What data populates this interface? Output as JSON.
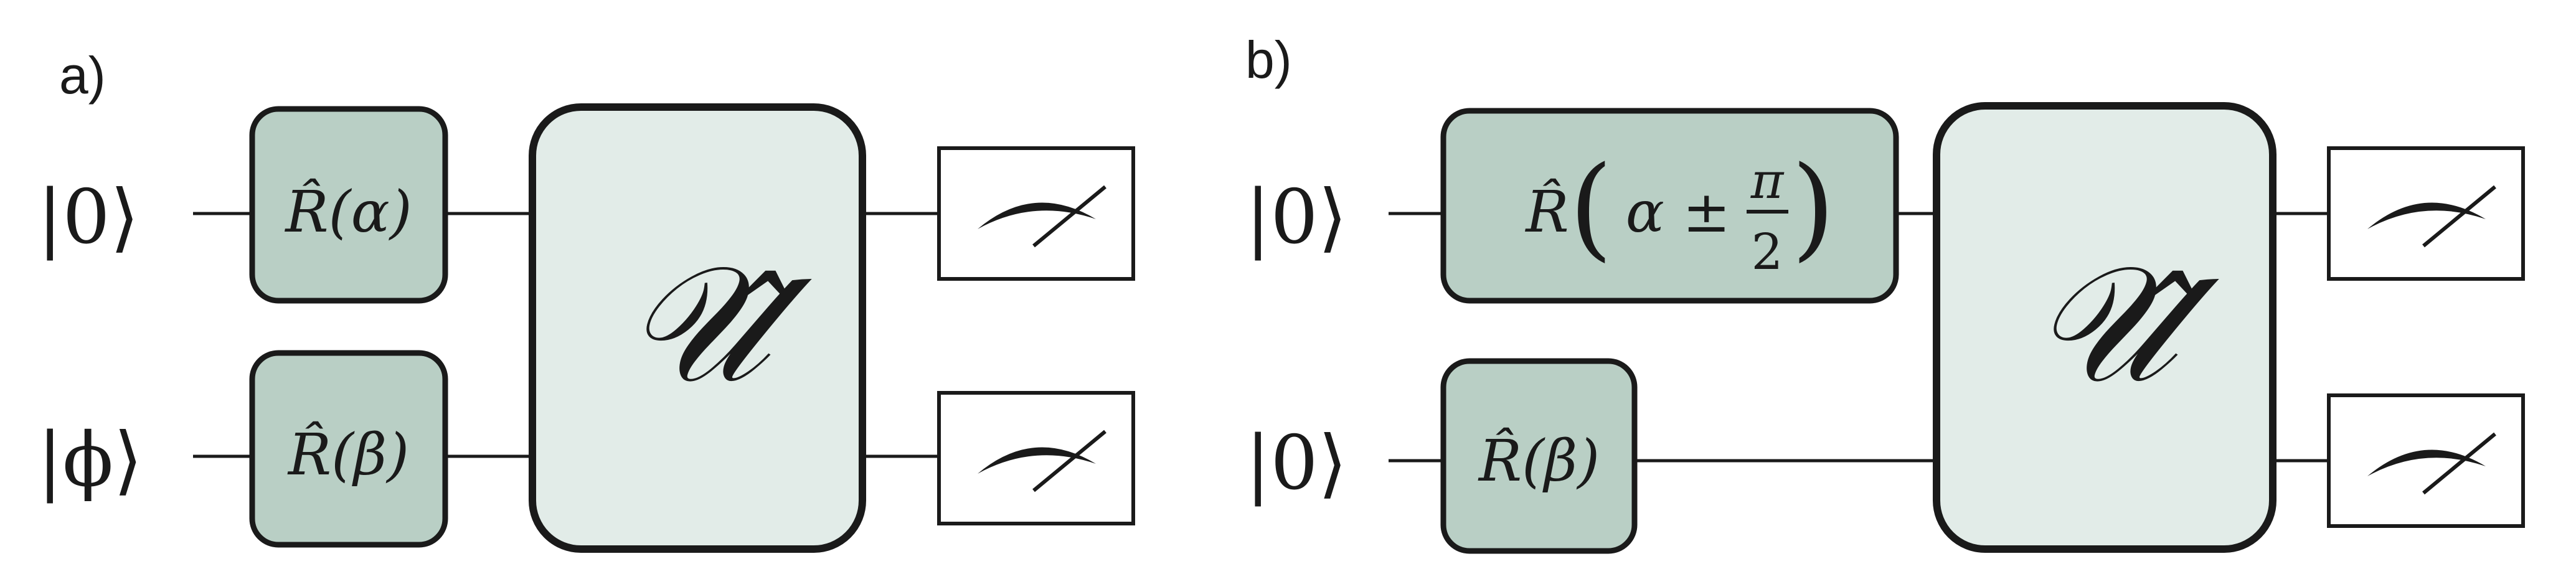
{
  "panels": [
    {
      "label": "a)",
      "inputs": [
        "|0⟩",
        "|ϕ⟩"
      ],
      "gate_top": "R̂(α)",
      "gate_bottom": "R̂(β)",
      "unitary": "𝒰̂"
    },
    {
      "label": "b)",
      "inputs": [
        "|0⟩",
        "|0⟩"
      ],
      "gate_top": {
        "operator": "R̂",
        "argument": "α ±",
        "fraction_numerator": "π",
        "fraction_denominator": "2"
      },
      "gate_bottom": "R̂(β)",
      "unitary": "𝒰̂"
    }
  ],
  "symbols": {
    "hat": "^",
    "paren_open": "(",
    "paren_close": ")"
  },
  "icons": [
    "meter-icon"
  ],
  "colors": {
    "gate_fill": "#b9cfc5",
    "unitary_fill": "#e2ece8",
    "stroke": "#1a1a1a"
  }
}
